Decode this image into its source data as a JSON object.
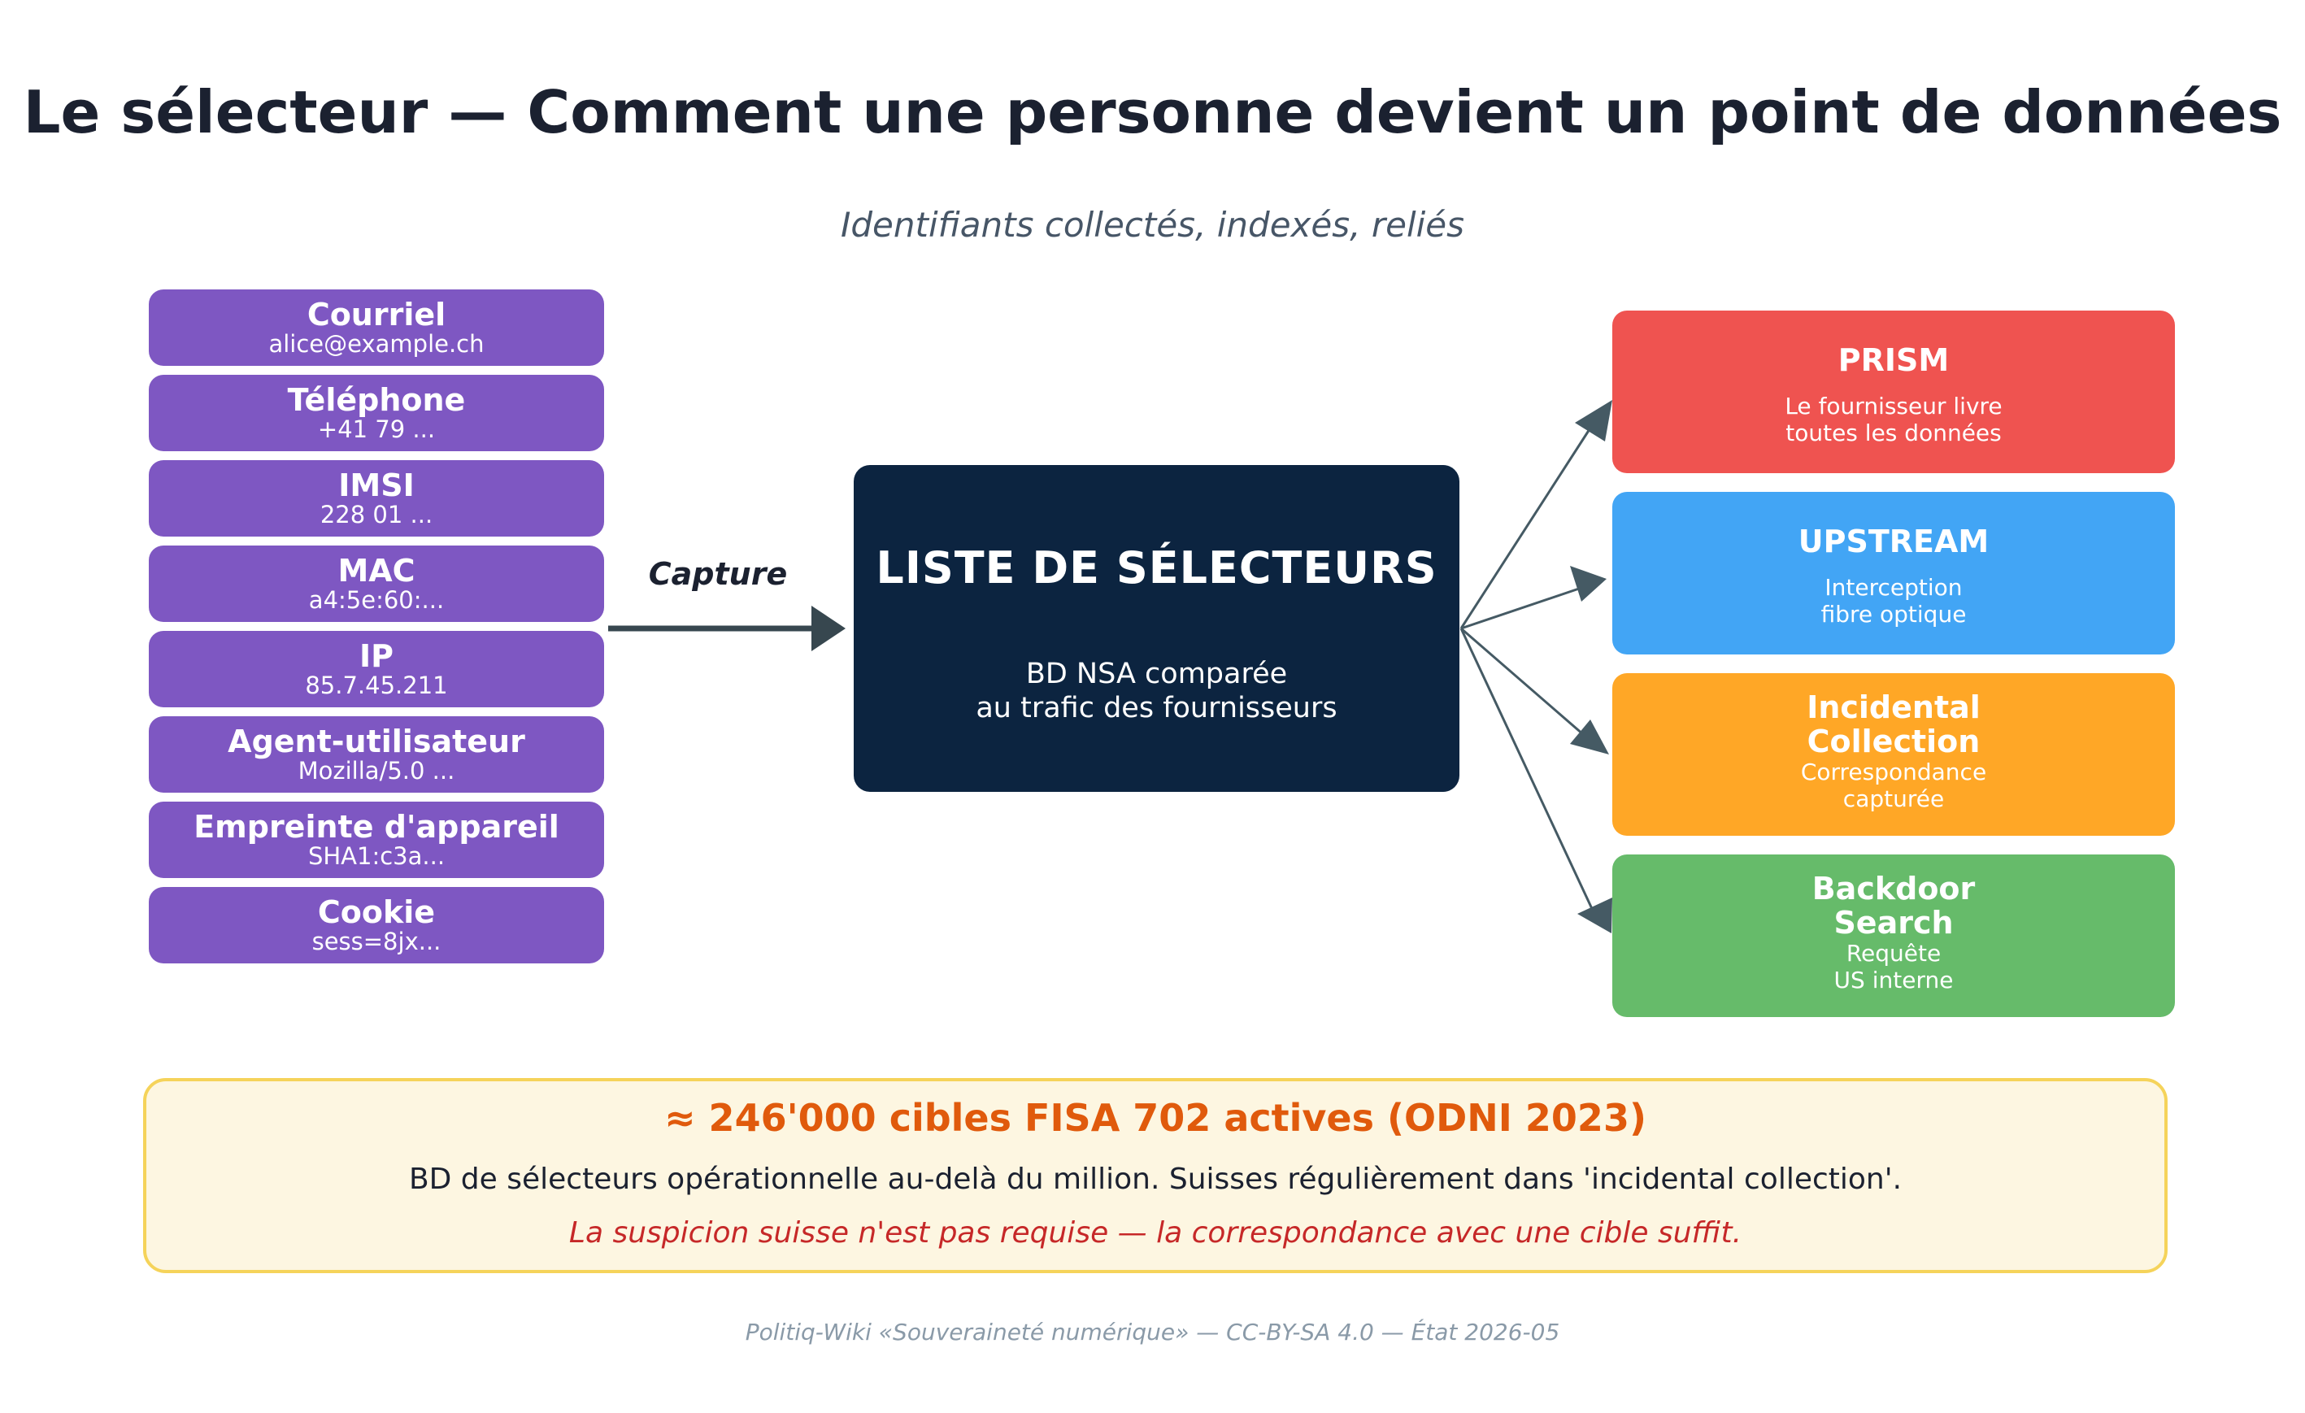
{
  "title": "Le sélecteur — Comment une personne devient un point de données",
  "subtitle": "Identifiants collectés, indexés, reliés",
  "selectors": [
    {
      "name": "Courriel",
      "value": "alice@example.ch"
    },
    {
      "name": "Téléphone",
      "value": "+41 79 ..."
    },
    {
      "name": "IMSI",
      "value": "228 01 ..."
    },
    {
      "name": "MAC",
      "value": "a4:5e:60:..."
    },
    {
      "name": "IP",
      "value": "85.7.45.211"
    },
    {
      "name": "Agent-utilisateur",
      "value": "Mozilla/5.0 ..."
    },
    {
      "name": "Empreinte d'appareil",
      "value": "SHA1:c3a..."
    },
    {
      "name": "Cookie",
      "value": "sess=8jx..."
    }
  ],
  "capture_label": "Capture",
  "hub": {
    "title": "LISTE DE SÉLECTEURS",
    "desc_line1": "BD NSA comparée",
    "desc_line2": "au trafic des fournisseurs"
  },
  "programs": [
    {
      "name_lines": [
        "PRISM"
      ],
      "desc_lines": [
        "Le fournisseur livre",
        "toutes les données"
      ],
      "color": "#ef5350"
    },
    {
      "name_lines": [
        "UPSTREAM"
      ],
      "desc_lines": [
        "Interception",
        "fibre optique"
      ],
      "color": "#42a5f5"
    },
    {
      "name_lines": [
        "Incidental",
        "Collection"
      ],
      "desc_lines": [
        "Correspondance",
        "capturée"
      ],
      "color": "#ffa726"
    },
    {
      "name_lines": [
        "Backdoor",
        "Search"
      ],
      "desc_lines": [
        "Requête",
        "US interne"
      ],
      "color": "#66bb6a"
    }
  ],
  "callout": {
    "headline": "≈ 246'000 cibles FISA 702 actives (ODNI 2023)",
    "body": "BD de sélecteurs opérationnelle au-delà du million. Suisses régulièrement dans 'incidental collection'.",
    "note": "La suspicion suisse n'est pas requise — la correspondance avec une cible suffit."
  },
  "footer": "Politiq-Wiki «Souveraineté numérique» — CC-BY-SA 4.0 — État 2026-05",
  "colors": {
    "selector": "#7e57c2",
    "hub": "#0c2440",
    "arrow": "#37474f",
    "callout_bg": "#fdf6e1",
    "callout_border": "#f5d35a"
  }
}
